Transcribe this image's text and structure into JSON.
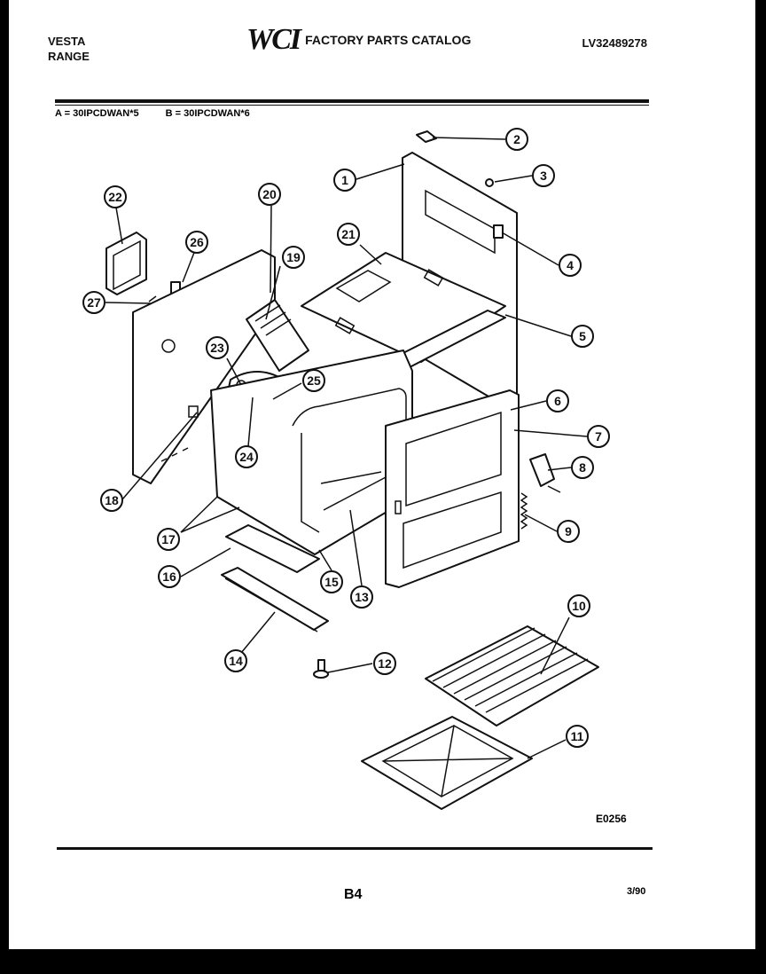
{
  "header": {
    "brand_line1": "VESTA",
    "brand_line2": "RANGE",
    "logo_text": "WCI",
    "catalog_title": "FACTORY PARTS CATALOG",
    "catalog_number": "LV32489278"
  },
  "models": {
    "a": "A = 30IPCDWAN*5",
    "b": "B = 30IPCDWAN*6"
  },
  "diagram": {
    "code": "E0256",
    "callouts": [
      "1",
      "2",
      "3",
      "4",
      "5",
      "6",
      "7",
      "8",
      "9",
      "10",
      "11",
      "12",
      "13",
      "14",
      "15",
      "16",
      "17",
      "18",
      "19",
      "20",
      "21",
      "22",
      "23",
      "24",
      "25",
      "26",
      "27"
    ]
  },
  "footer": {
    "page": "B4",
    "date": "3/90"
  }
}
